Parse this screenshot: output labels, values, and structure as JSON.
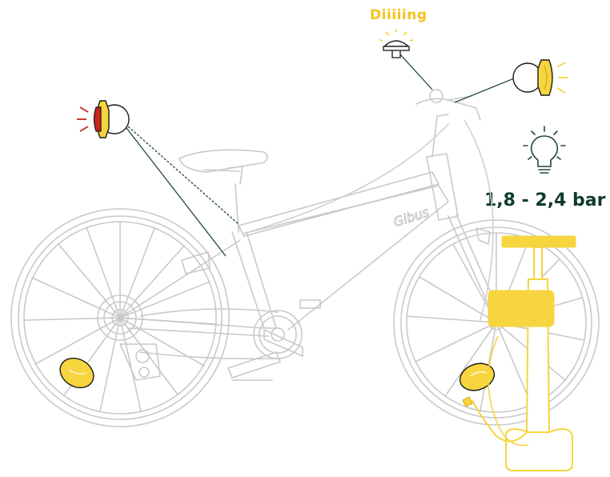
{
  "labels": {
    "bell_sound": "Diiiiing",
    "tire_pressure": "1,8 - 2,4 bar",
    "frame_logo": "Gibus"
  },
  "colors": {
    "frame_line": "#c9c9c9",
    "accent_yellow": "#f6d53f",
    "accent_yellow_stroke": "#d9a81a",
    "rear_red": "#c6261e",
    "callout_green": "#1f4a39",
    "text_green": "#0f3b2e"
  },
  "icons": [
    "bell-icon",
    "front-light-icon",
    "rear-light-icon",
    "lightbulb-icon",
    "floor-pump-icon",
    "wheel-reflector-icon"
  ]
}
